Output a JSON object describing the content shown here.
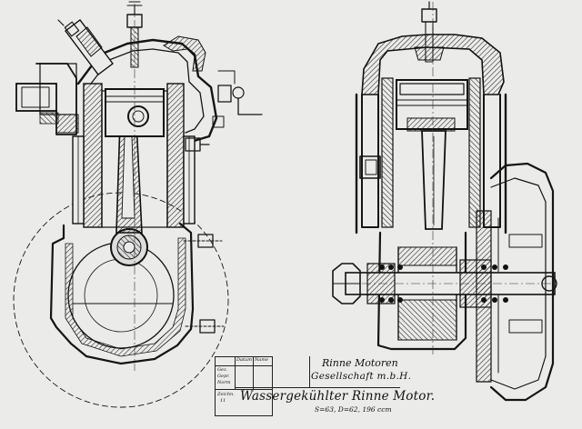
{
  "title_block": {
    "company_line1": "Rinne Motoren",
    "company_line2": "Gesellschaft m.b.H.",
    "drawing_title": "Wassergekühlter Rinne Motor.",
    "specs": "S=63, D=62, 196 ccm",
    "date_header": "Datum",
    "name_header": "Name",
    "row_labels": [
      "Gez.",
      "Gepr.",
      "Norm"
    ],
    "drawing_no_label": "Zeichn.",
    "drawing_no": "11"
  }
}
